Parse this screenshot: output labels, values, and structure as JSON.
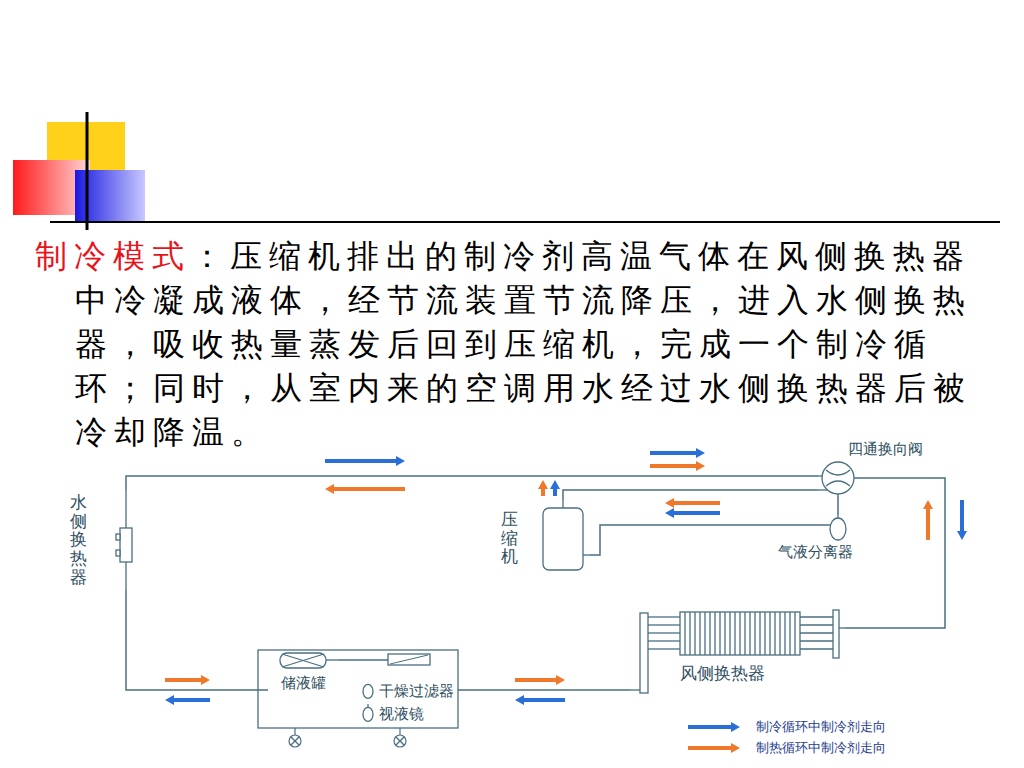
{
  "diagram": {
    "title": "制冷模式",
    "caption": "：压缩机排出的制冷剂高温气体在风侧换热器中冷凝成液体，经节流装置节流降压，进入水侧换热器，吸收热量蒸发后回到压缩机，完成一个制冷循环；同时，从室内来的空调用水经过水侧换热器后被冷却降温。",
    "nodes": [
      {
        "text": [
          "水侧换热器"
        ]
      },
      {
        "text": [
          "压缩机"
        ]
      },
      {
        "text": [
          "四通换向阀"
        ]
      },
      {
        "text": [
          "气液分离器"
        ]
      },
      {
        "text": [
          "风侧换热器"
        ]
      },
      {
        "text": [
          "储液罐"
        ]
      },
      {
        "text": [
          "干燥过滤器"
        ]
      },
      {
        "text": [
          "视液镜"
        ]
      }
    ],
    "edges": [
      {
        "from": 0,
        "to": 2,
        "arrow": "none"
      },
      {
        "from": 2,
        "to": 1,
        "arrow": "none"
      },
      {
        "from": 2,
        "to": 3,
        "arrow": "none"
      },
      {
        "from": 3,
        "to": 1,
        "arrow": "none"
      },
      {
        "from": 2,
        "to": 4,
        "arrow": "none"
      },
      {
        "from": 4,
        "to": 6,
        "arrow": "none"
      },
      {
        "from": 5,
        "to": 0,
        "arrow": "none"
      }
    ],
    "legend": [
      {
        "text": "制冷循环中制冷剂走向",
        "color": "#2a6fd8"
      },
      {
        "text": "制热循环中制冷剂走向",
        "color": "#f0782a"
      }
    ]
  }
}
